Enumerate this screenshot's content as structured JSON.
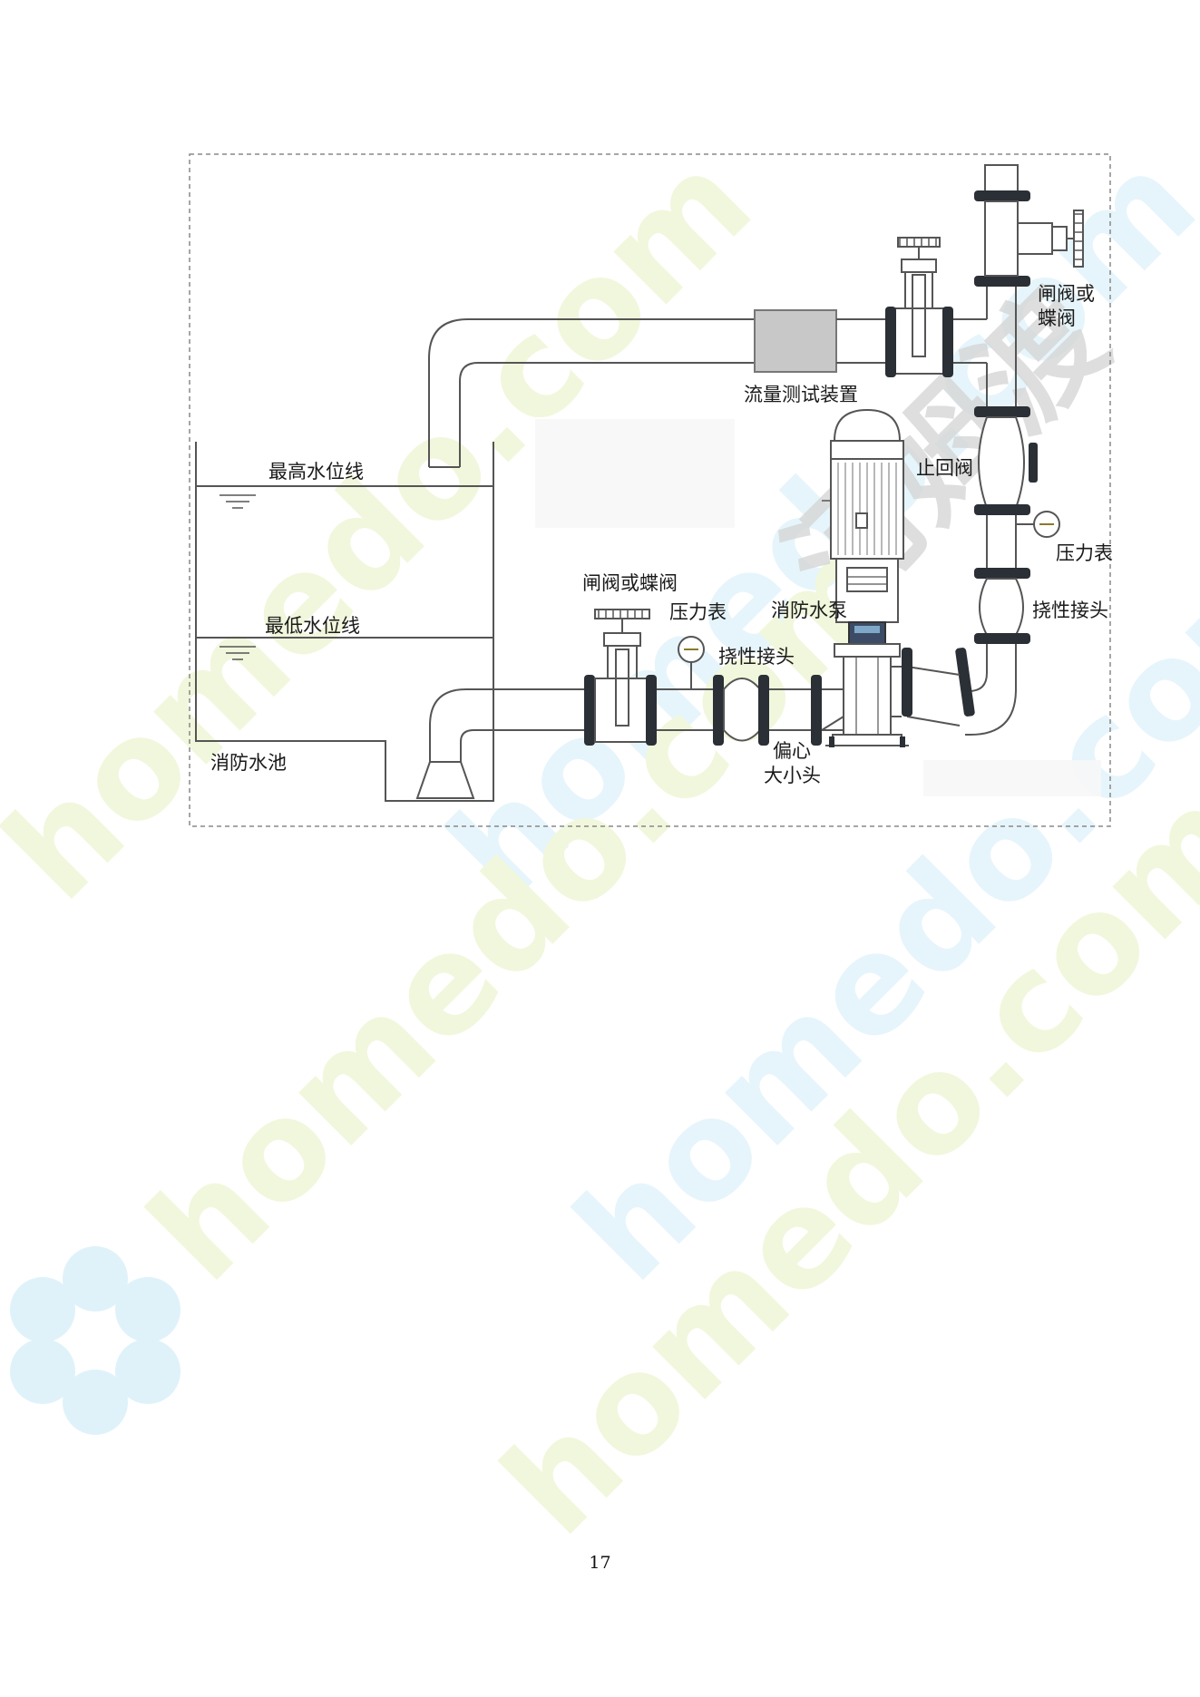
{
  "colors": {
    "pipe_stroke": "#555555",
    "flange": "#2b2f36",
    "device_fill": "#c8c8c8",
    "dashed_border": "#888888",
    "watermark_green": "#f1f7dc",
    "watermark_blue": "#e3f4fb",
    "watermark_gray": "#cfcfcf"
  },
  "diagram": {
    "labels": {
      "gate_valve_top": [
        "闸阀或",
        "蝶阀"
      ],
      "flow_test": "流量测试装置",
      "max_water_level": "最高水位线",
      "check_valve": "止回阀",
      "pressure_gauge_right": "压力表",
      "flex_joint_right": "挠性接头",
      "gate_valve_bottom": "闸阀或蝶阀",
      "pressure_gauge_left": "压力表",
      "fire_pump": "消防水泵",
      "min_water_level": "最低水位线",
      "flex_joint_left": "挠性接头",
      "fire_pool": "消防水池",
      "eccentric_reducer": [
        "偏心",
        "大小头"
      ]
    }
  },
  "watermark": {
    "text": "homedo.com",
    "brand_cn": "河姆渡",
    "logo": "homedo-flower-icon"
  },
  "page": {
    "number": "17"
  }
}
